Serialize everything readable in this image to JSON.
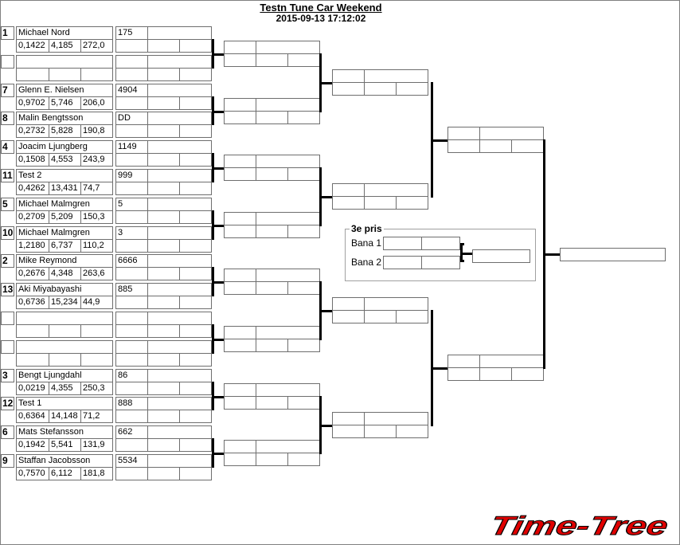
{
  "header": {
    "title": "Testn Tune Car Weekend",
    "date": "2015-09-13 17:12:02"
  },
  "entries": [
    {
      "seed": "1",
      "name": "Michael Nord",
      "reaction": "0,1422",
      "time": "4,185",
      "speed": "272,0",
      "value": "175"
    },
    {
      "seed": "",
      "name": "",
      "reaction": "",
      "time": "",
      "speed": "",
      "value": ""
    },
    {
      "seed": "7",
      "name": "Glenn E. Nielsen",
      "reaction": "0,9702",
      "time": "5,746",
      "speed": "206,0",
      "value": "4904"
    },
    {
      "seed": "8",
      "name": "Malin Bengtsson",
      "reaction": "0,2732",
      "time": "5,828",
      "speed": "190,8",
      "value": "DD"
    },
    {
      "seed": "4",
      "name": "Joacim Ljungberg",
      "reaction": "0,1508",
      "time": "4,553",
      "speed": "243,9",
      "value": "1149"
    },
    {
      "seed": "11",
      "name": "Test 2",
      "reaction": "0,4262",
      "time": "13,431",
      "speed": "74,7",
      "value": "999"
    },
    {
      "seed": "5",
      "name": "Michael Malmgren",
      "reaction": "0,2709",
      "time": "5,209",
      "speed": "150,3",
      "value": "5"
    },
    {
      "seed": "10",
      "name": "Michael Malmgren",
      "reaction": "1,2180",
      "time": "6,737",
      "speed": "110,2",
      "value": "3"
    },
    {
      "seed": "2",
      "name": "Mike Reymond",
      "reaction": "0,2676",
      "time": "4,348",
      "speed": "263,6",
      "value": "6666"
    },
    {
      "seed": "13",
      "name": "Aki Miyabayashi",
      "reaction": "0,6736",
      "time": "15,234",
      "speed": "44,9",
      "value": "885"
    },
    {
      "seed": "",
      "name": "",
      "reaction": "",
      "time": "",
      "speed": "",
      "value": ""
    },
    {
      "seed": "",
      "name": "",
      "reaction": "",
      "time": "",
      "speed": "",
      "value": ""
    },
    {
      "seed": "3",
      "name": "Bengt Ljungdahl",
      "reaction": "0,0219",
      "time": "4,355",
      "speed": "250,3",
      "value": "86"
    },
    {
      "seed": "12",
      "name": "Test 1",
      "reaction": "0,6364",
      "time": "14,148",
      "speed": "71,2",
      "value": "888"
    },
    {
      "seed": "6",
      "name": "Mats Stefansson",
      "reaction": "0,1942",
      "time": "5,541",
      "speed": "131,9",
      "value": "662"
    },
    {
      "seed": "9",
      "name": "Staffan Jacobsson",
      "reaction": "0,7570",
      "time": "6,112",
      "speed": "181,8",
      "value": "5534"
    }
  ],
  "third_place": {
    "label": "3e pris",
    "lane1": "Bana 1",
    "lane2": "Bana 2"
  },
  "logo": {
    "text": "Time-Tree",
    "color": "#e00000"
  }
}
